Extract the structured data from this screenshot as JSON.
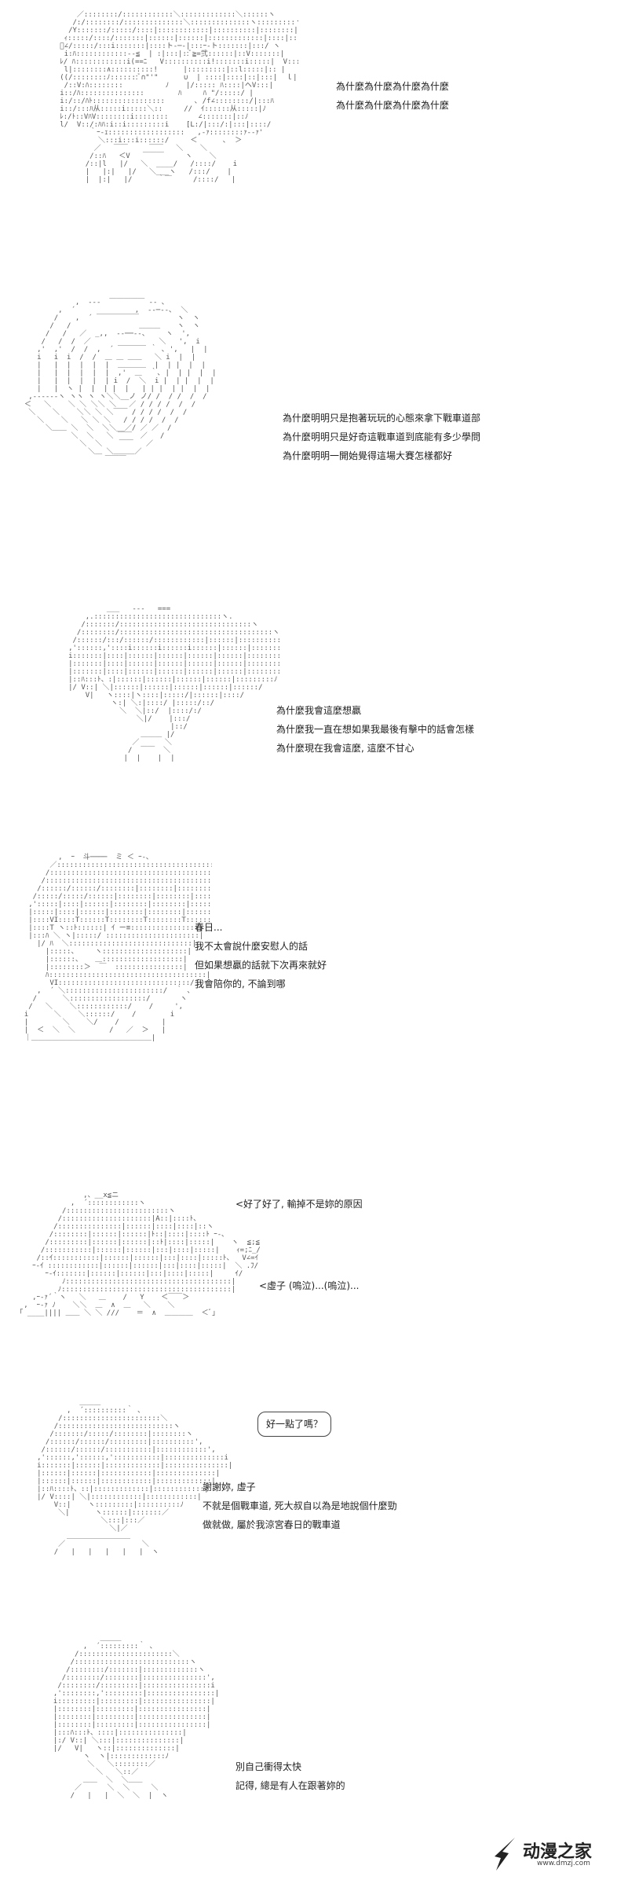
{
  "panels": [
    {
      "lines": [
        "為什麼為什麼為什麼為什麼",
        "為什麼為什麼為什麼為什麼"
      ]
    },
    {
      "lines": [
        "為什麼明明只是抱著玩玩的心態來拿下戰車道部",
        "為什麼明明只是好奇這戰車道到底能有多少學問",
        "為什麼明明一開始覺得這場大賽怎樣都好"
      ]
    },
    {
      "lines": [
        "為什麼我會這麼想贏",
        "為什麼我一直在想如果我最後有擊中的話會怎樣",
        "為什麼現在我會這麼, 這麼不甘心"
      ]
    },
    {
      "lines": [
        "春日...",
        "我不太會說什麼安慰人的話",
        "但如果想贏的話就下次再來就好",
        "我會陪你的, 不論到哪"
      ]
    },
    {
      "lines": [
        "<好了好了, 輸掉不是妳的原因",
        "<虛子 (嗚泣)...(嗚泣)..."
      ]
    },
    {
      "bubble": "好一點了嗎？",
      "lines": [
        "謝謝妳, 虛子",
        "不就是個戰車道, 死大叔自以為是地說個什麼勁",
        "做就做, 屬於我涼宮春日的戰車道"
      ]
    },
    {
      "lines": [
        "別自己衝得太快",
        "記得, 總是有人在跟著妳的"
      ]
    }
  ],
  "watermark": {
    "name": "动漫之家",
    "url": "www.dmzj.com"
  }
}
